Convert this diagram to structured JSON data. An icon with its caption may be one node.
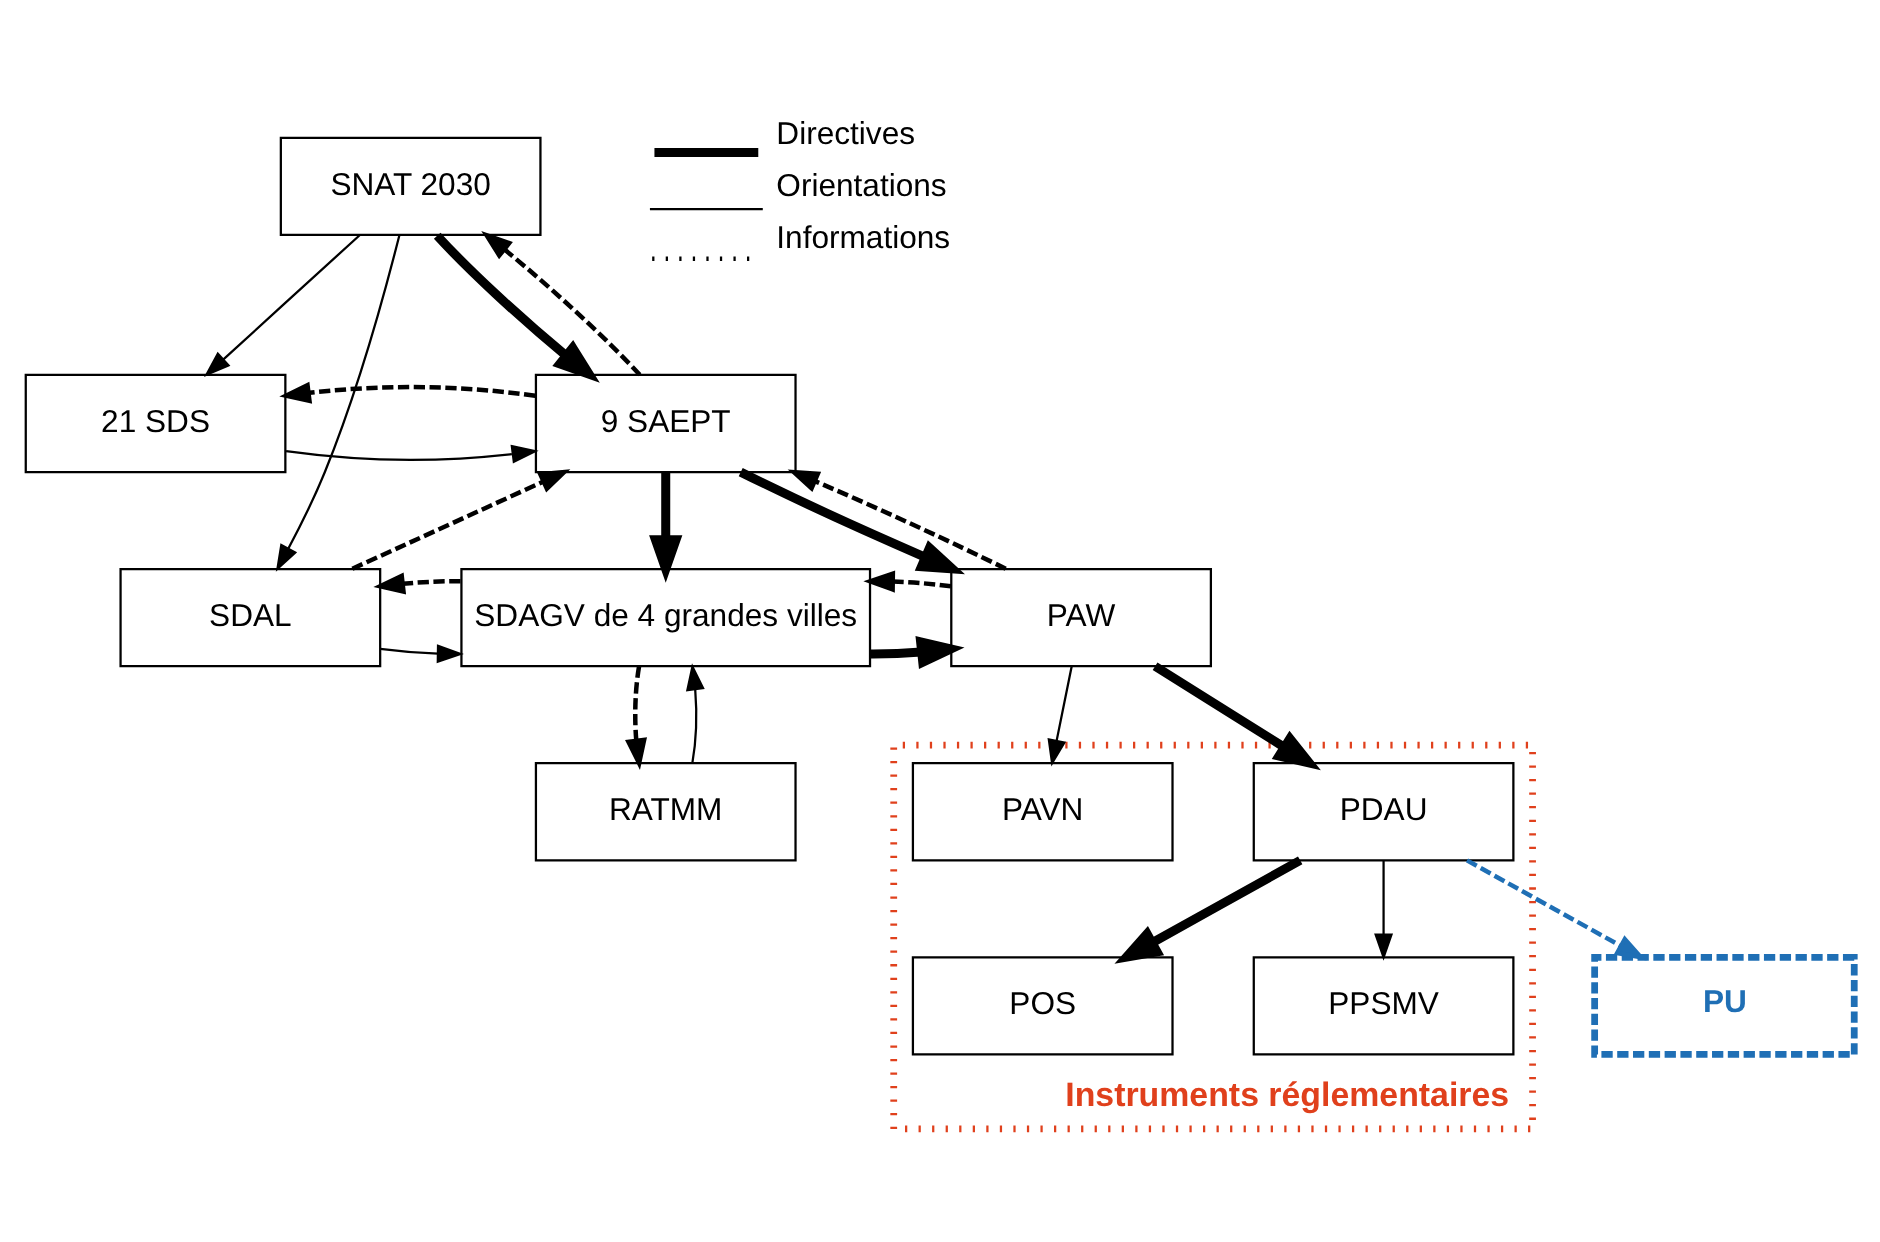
{
  "diagram": {
    "nodes": [
      {
        "text": [
          "SNAT 2030"
        ]
      },
      {
        "text": [
          "9 SAEPT"
        ]
      },
      {
        "text": [
          "21 SDS"
        ]
      },
      {
        "text": [
          "SDAL"
        ]
      },
      {
        "text": [
          "SDAGV de 4 grandes villes"
        ]
      },
      {
        "text": [
          "PAW"
        ]
      },
      {
        "text": [
          "RATMM"
        ]
      },
      {
        "text": [
          "Instruments réglementaires"
        ]
      },
      {
        "text": [
          "PDAU"
        ],
        "in": 7
      },
      {
        "text": [
          "PAVN"
        ],
        "in": 7
      },
      {
        "text": [
          "POS"
        ],
        "in": 7
      },
      {
        "text": [
          "PPSMV"
        ],
        "in": 7
      },
      {
        "text": [
          "PU"
        ]
      }
    ],
    "edges": [
      {
        "from": 0,
        "to": 1,
        "arrow": "to",
        "style": "thick"
      },
      {
        "from": 1,
        "to": 0,
        "arrow": "to",
        "style": "dashed"
      },
      {
        "from": 0,
        "to": 3,
        "arrow": "to"
      },
      {
        "from": 0,
        "to": 2,
        "arrow": "to"
      },
      {
        "from": 2,
        "to": 1,
        "arrow": "to"
      },
      {
        "from": 1,
        "to": 2,
        "arrow": "to",
        "style": "dashed"
      },
      {
        "from": 3,
        "to": 1,
        "arrow": "to",
        "style": "dashed"
      },
      {
        "from": 1,
        "to": 4,
        "arrow": "to",
        "style": "thick"
      },
      {
        "from": 1,
        "to": 5,
        "arrow": "to",
        "style": "thick"
      },
      {
        "from": 5,
        "to": 1,
        "arrow": "to",
        "style": "dashed"
      },
      {
        "from": 3,
        "to": 4,
        "arrow": "to"
      },
      {
        "from": 4,
        "to": 3,
        "arrow": "to",
        "style": "dashed"
      },
      {
        "from": 4,
        "to": 5,
        "arrow": "to",
        "style": "thick"
      },
      {
        "from": 5,
        "to": 4,
        "arrow": "to",
        "style": "dashed"
      },
      {
        "from": 6,
        "to": 4,
        "arrow": "to"
      },
      {
        "from": 4,
        "to": 6,
        "arrow": "to",
        "style": "dashed"
      },
      {
        "from": 5,
        "to": 8,
        "arrow": "to",
        "style": "thick"
      },
      {
        "from": 5,
        "to": 9,
        "arrow": "to"
      },
      {
        "from": 8,
        "to": 10,
        "arrow": "to",
        "style": "thick"
      },
      {
        "from": 8,
        "to": 11,
        "arrow": "to"
      },
      {
        "from": 8,
        "to": 12,
        "arrow": "to",
        "style": "dashed",
        "color": "#1f6fb5"
      }
    ],
    "legend": [
      {
        "text": "Directives"
      },
      {
        "text": "Orientations"
      },
      {
        "text": "Informations"
      }
    ]
  }
}
